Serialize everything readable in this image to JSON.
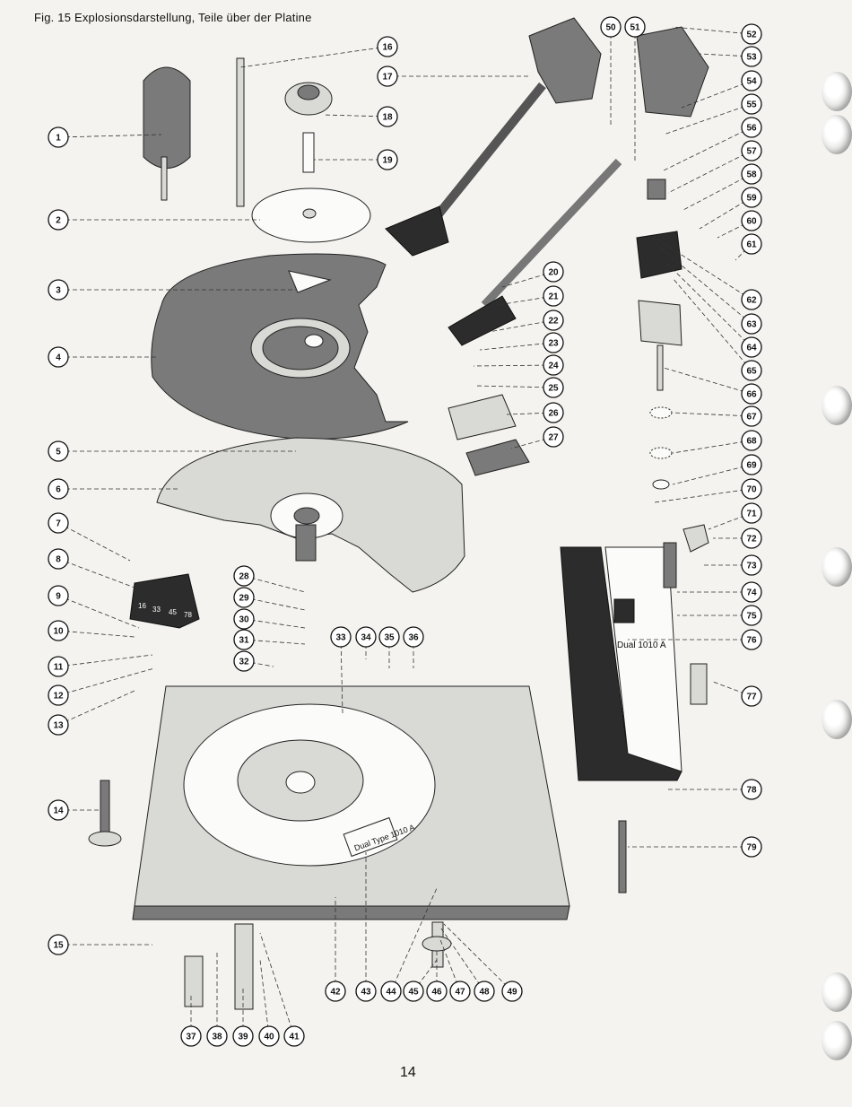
{
  "figure": {
    "caption": "Fig. 15  Explosionsdarstellung, Teile über der Platine",
    "page_number": "14",
    "plate_label": "Dual Type 1010 A",
    "tonearm_base_label": "Dual 1010 A",
    "speed_marks": [
      "78",
      "45",
      "33",
      "16"
    ],
    "callouts": [
      "1",
      "2",
      "3",
      "4",
      "5",
      "6",
      "7",
      "8",
      "9",
      "10",
      "11",
      "12",
      "13",
      "14",
      "15",
      "16",
      "17",
      "18",
      "19",
      "20",
      "21",
      "22",
      "23",
      "24",
      "25",
      "26",
      "27",
      "28",
      "29",
      "30",
      "31",
      "32",
      "33",
      "34",
      "35",
      "36",
      "37",
      "38",
      "39",
      "40",
      "41",
      "42",
      "43",
      "44",
      "45",
      "46",
      "47",
      "48",
      "49",
      "50",
      "51",
      "52",
      "53",
      "54",
      "55",
      "56",
      "57",
      "58",
      "59",
      "60",
      "61",
      "62",
      "63",
      "64",
      "65",
      "66",
      "67",
      "68",
      "69",
      "70",
      "71",
      "72",
      "73",
      "74",
      "75",
      "76",
      "77",
      "78",
      "79"
    ]
  },
  "colors": {
    "paper": "#f4f3ef",
    "ink": "#111111",
    "dark_gray": "#2c2c2c",
    "mid_gray": "#7a7a7a"
  }
}
